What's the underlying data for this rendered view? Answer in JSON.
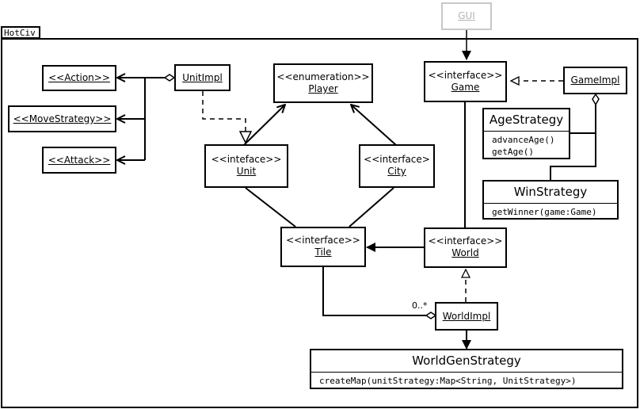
{
  "package": {
    "name": "HotCiv"
  },
  "gui": {
    "label": "GUI"
  },
  "classes": {
    "action": {
      "name": "<<Action>>"
    },
    "move_strategy": {
      "name": "<<MoveStrategy>>"
    },
    "attack": {
      "name": "<<Attack>>"
    },
    "unit_impl": {
      "name": "UnitImpl"
    },
    "player": {
      "stereotype": "<<enumeration>>",
      "name": "Player"
    },
    "game": {
      "stereotype": "<<interface>>",
      "name": "Game"
    },
    "game_impl": {
      "name": "GameImpl"
    },
    "unit": {
      "stereotype": "<<inteface>>",
      "name": "Unit"
    },
    "city": {
      "stereotype": "<<interface>",
      "name": "City"
    },
    "tile": {
      "stereotype": "<<interface>>",
      "name": "Tile"
    },
    "world": {
      "stereotype": "<<interface>>",
      "name": "World"
    },
    "world_impl": {
      "name": "WorldImpl"
    },
    "age_strategy": {
      "name": "AgeStrategy",
      "operations": [
        "advanceAge()",
        "getAge()"
      ]
    },
    "win_strategy": {
      "name": "WinStrategy",
      "operations": [
        "getWinner(game:Game)"
      ]
    },
    "world_gen_strategy": {
      "name": "WorldGenStrategy",
      "operations": [
        "createMap(unitStrategy:Map<String, UnitStrategy>)"
      ]
    }
  },
  "multiplicity": {
    "tile_worldimpl": "0..*"
  },
  "colors": {
    "line": "#000000",
    "gui_border": "#c8c8c8",
    "gui_text": "#b4b4b4"
  }
}
